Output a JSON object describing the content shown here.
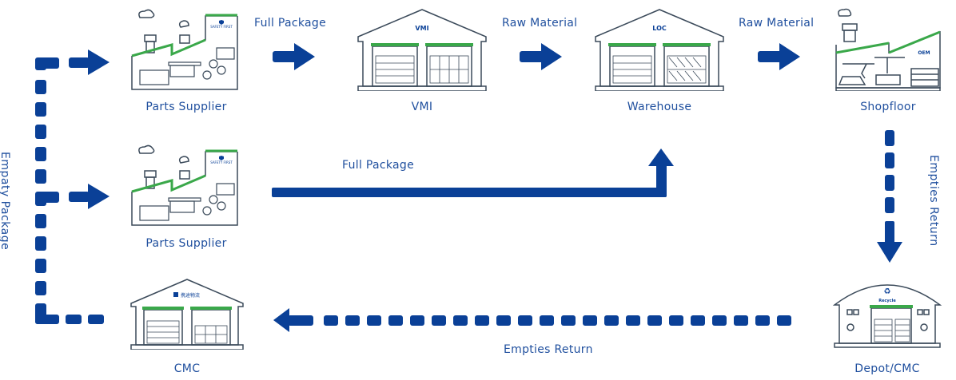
{
  "colors": {
    "flow": "#0a4097",
    "accent_green": "#3aa84a",
    "outline": "#3b4a5a",
    "label": "#1f4f9e"
  },
  "nodes": {
    "parts_supplier_1": {
      "label": "Parts Supplier",
      "badge": "SAFETY FIRST",
      "type": "factory"
    },
    "vmi": {
      "label": "VMI",
      "sign": "VMI",
      "type": "warehouse"
    },
    "warehouse": {
      "label": "Warehouse",
      "sign": "LOC",
      "type": "warehouse"
    },
    "shopfloor": {
      "label": "Shopfloor",
      "sign": "OEM",
      "type": "factory"
    },
    "parts_supplier_2": {
      "label": "Parts Supplier",
      "badge": "SAFETY FIRST",
      "type": "factory"
    },
    "cmc": {
      "label": "CMC",
      "sign": "携途物流",
      "type": "warehouse"
    },
    "depot_cmc": {
      "label": "Depot/CMC",
      "sign": "Recycle",
      "type": "depot"
    }
  },
  "flows": {
    "supplier_to_vmi": "Full Package",
    "vmi_to_warehouse": "Raw Material",
    "warehouse_to_shopfloor": "Raw Material",
    "supplier2_to_warehouse": "Full Package",
    "shopfloor_to_depot": "Empties Return",
    "depot_to_cmc": "Empties Return",
    "cmc_to_suppliers": "Empaty Package"
  }
}
